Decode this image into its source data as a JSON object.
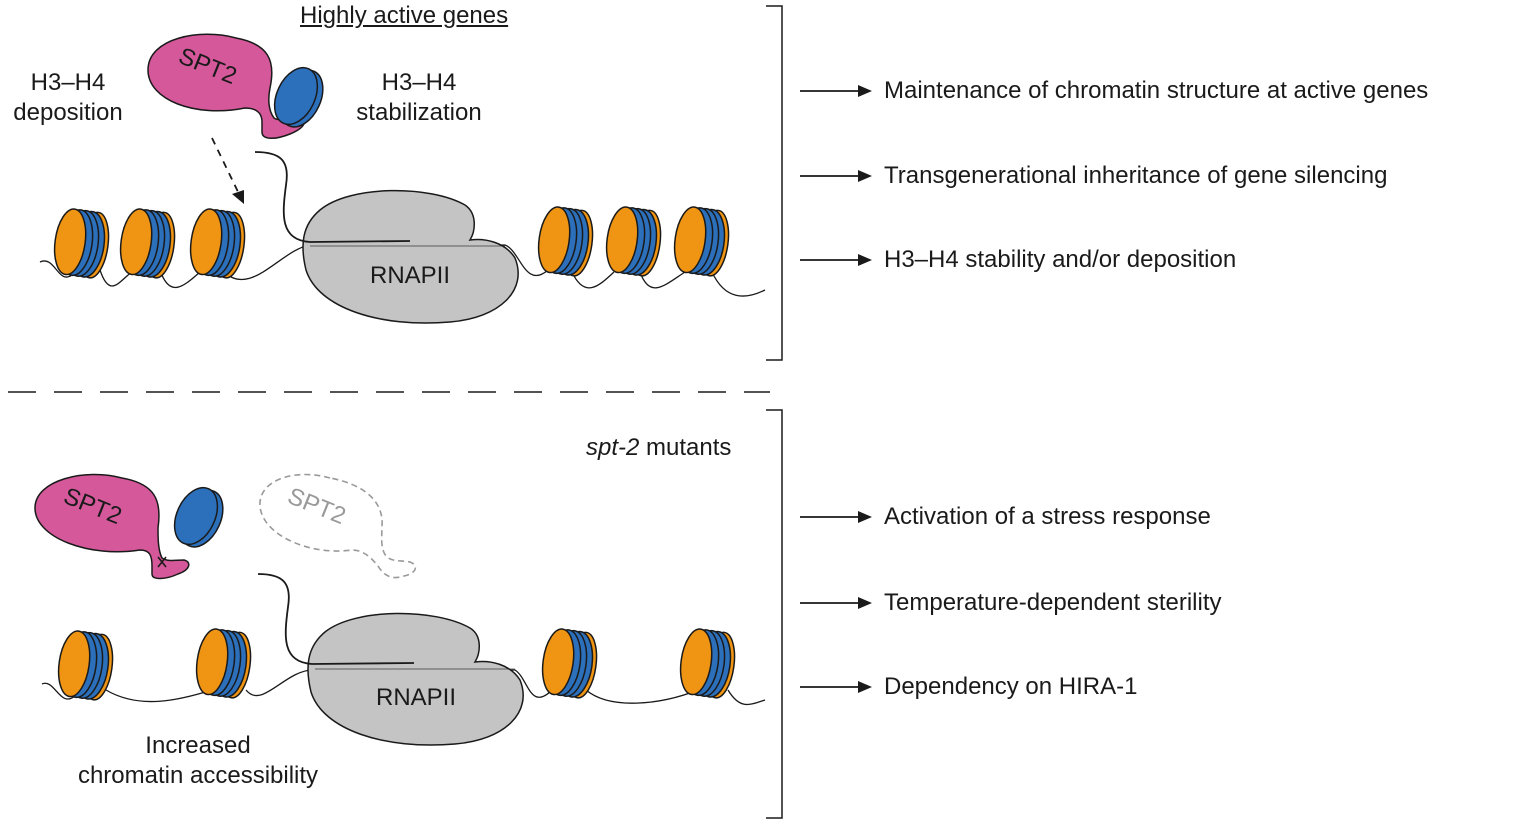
{
  "top_panel": {
    "title": "Highly active genes",
    "label_deposition": [
      "H3–H4",
      "deposition"
    ],
    "label_stabilization": [
      "H3–H4",
      "stabilization"
    ],
    "spt2_label": "SPT2",
    "rnapii_label": "RNAPII",
    "outcomes": [
      "Maintenance of chromatin structure at active genes",
      "Transgenerational inheritance of gene silencing",
      "H3–H4 stability and/or deposition"
    ]
  },
  "bottom_panel": {
    "title_italic": "spt-2",
    "title_rest": " mutants",
    "spt2_label": "SPT2",
    "spt2_ghost_label": "SPT2",
    "rnapii_label": "RNAPII",
    "label_accessibility": [
      "Increased",
      "chromatin accessibility"
    ],
    "outcomes": [
      "Activation of a stress response",
      "Temperature-dependent sterility",
      "Dependency on HIRA-1"
    ]
  },
  "colors": {
    "spt2": "#d4589a",
    "histone_blue": "#2c6fba",
    "histone_orange": "#ef9413",
    "rnapii": "#c4c4c4",
    "ghost": "#9a9a9a",
    "line": "#1a1a1a"
  }
}
